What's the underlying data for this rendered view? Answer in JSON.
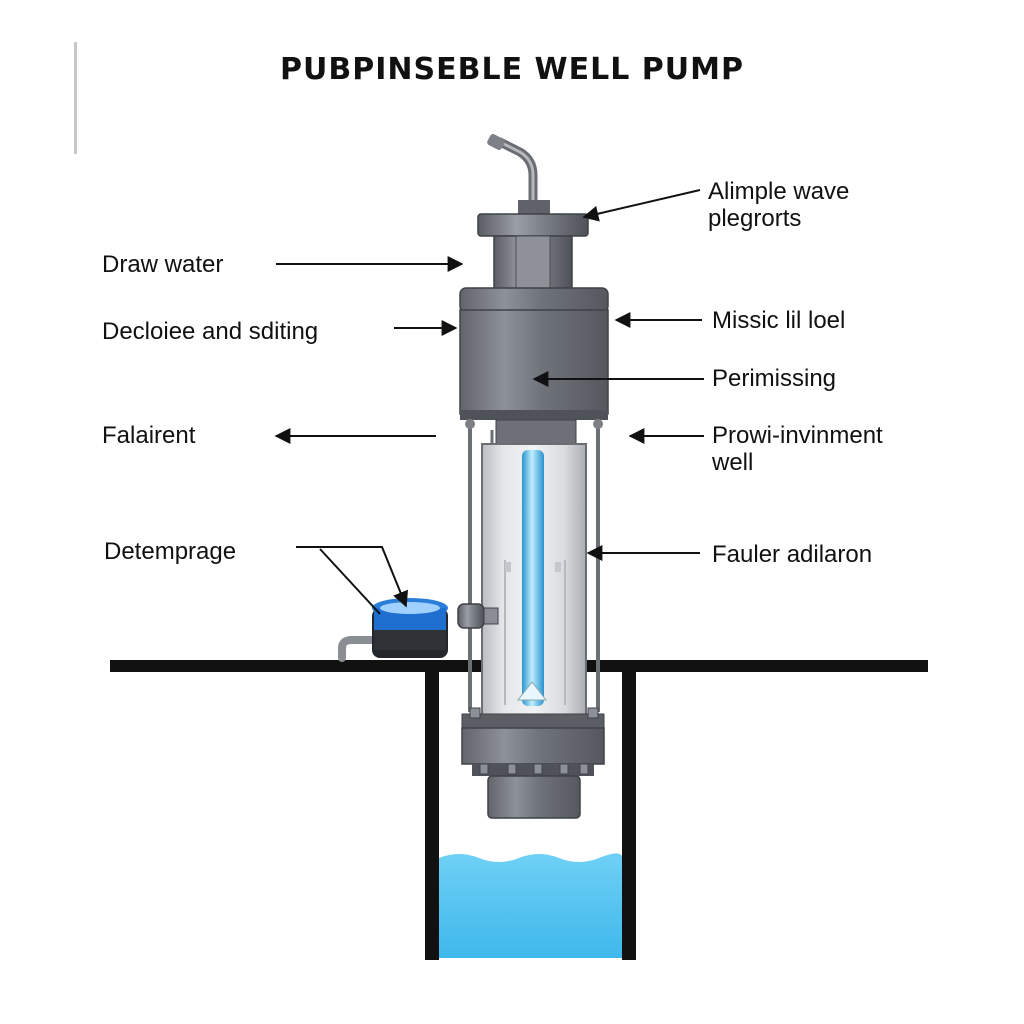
{
  "title": "PUBPINSEBLE WELL PUMP",
  "labels": {
    "draw_water": "Draw water",
    "decloiee": "Decloiee and sditing",
    "falairent": "Falairent",
    "detemprage": "Detemprage",
    "alimple_line1": "Alimple wave",
    "alimple_line2": "plegrorts",
    "missic": "Missic lil loel",
    "perimissing": "Perimissing",
    "prowi_line1": "Prowi-invinment",
    "prowi_line2": "well",
    "fauler": "Fauler adilaron"
  },
  "colors": {
    "metal_dark": "#5c5f66",
    "metal_mid": "#8c9097",
    "metal_light": "#c4c7cc",
    "water": "#4fc3f0",
    "water_deep": "#2ea8e0",
    "tube": "#5fc8f5",
    "gauge_blue": "#1e6fd0"
  }
}
